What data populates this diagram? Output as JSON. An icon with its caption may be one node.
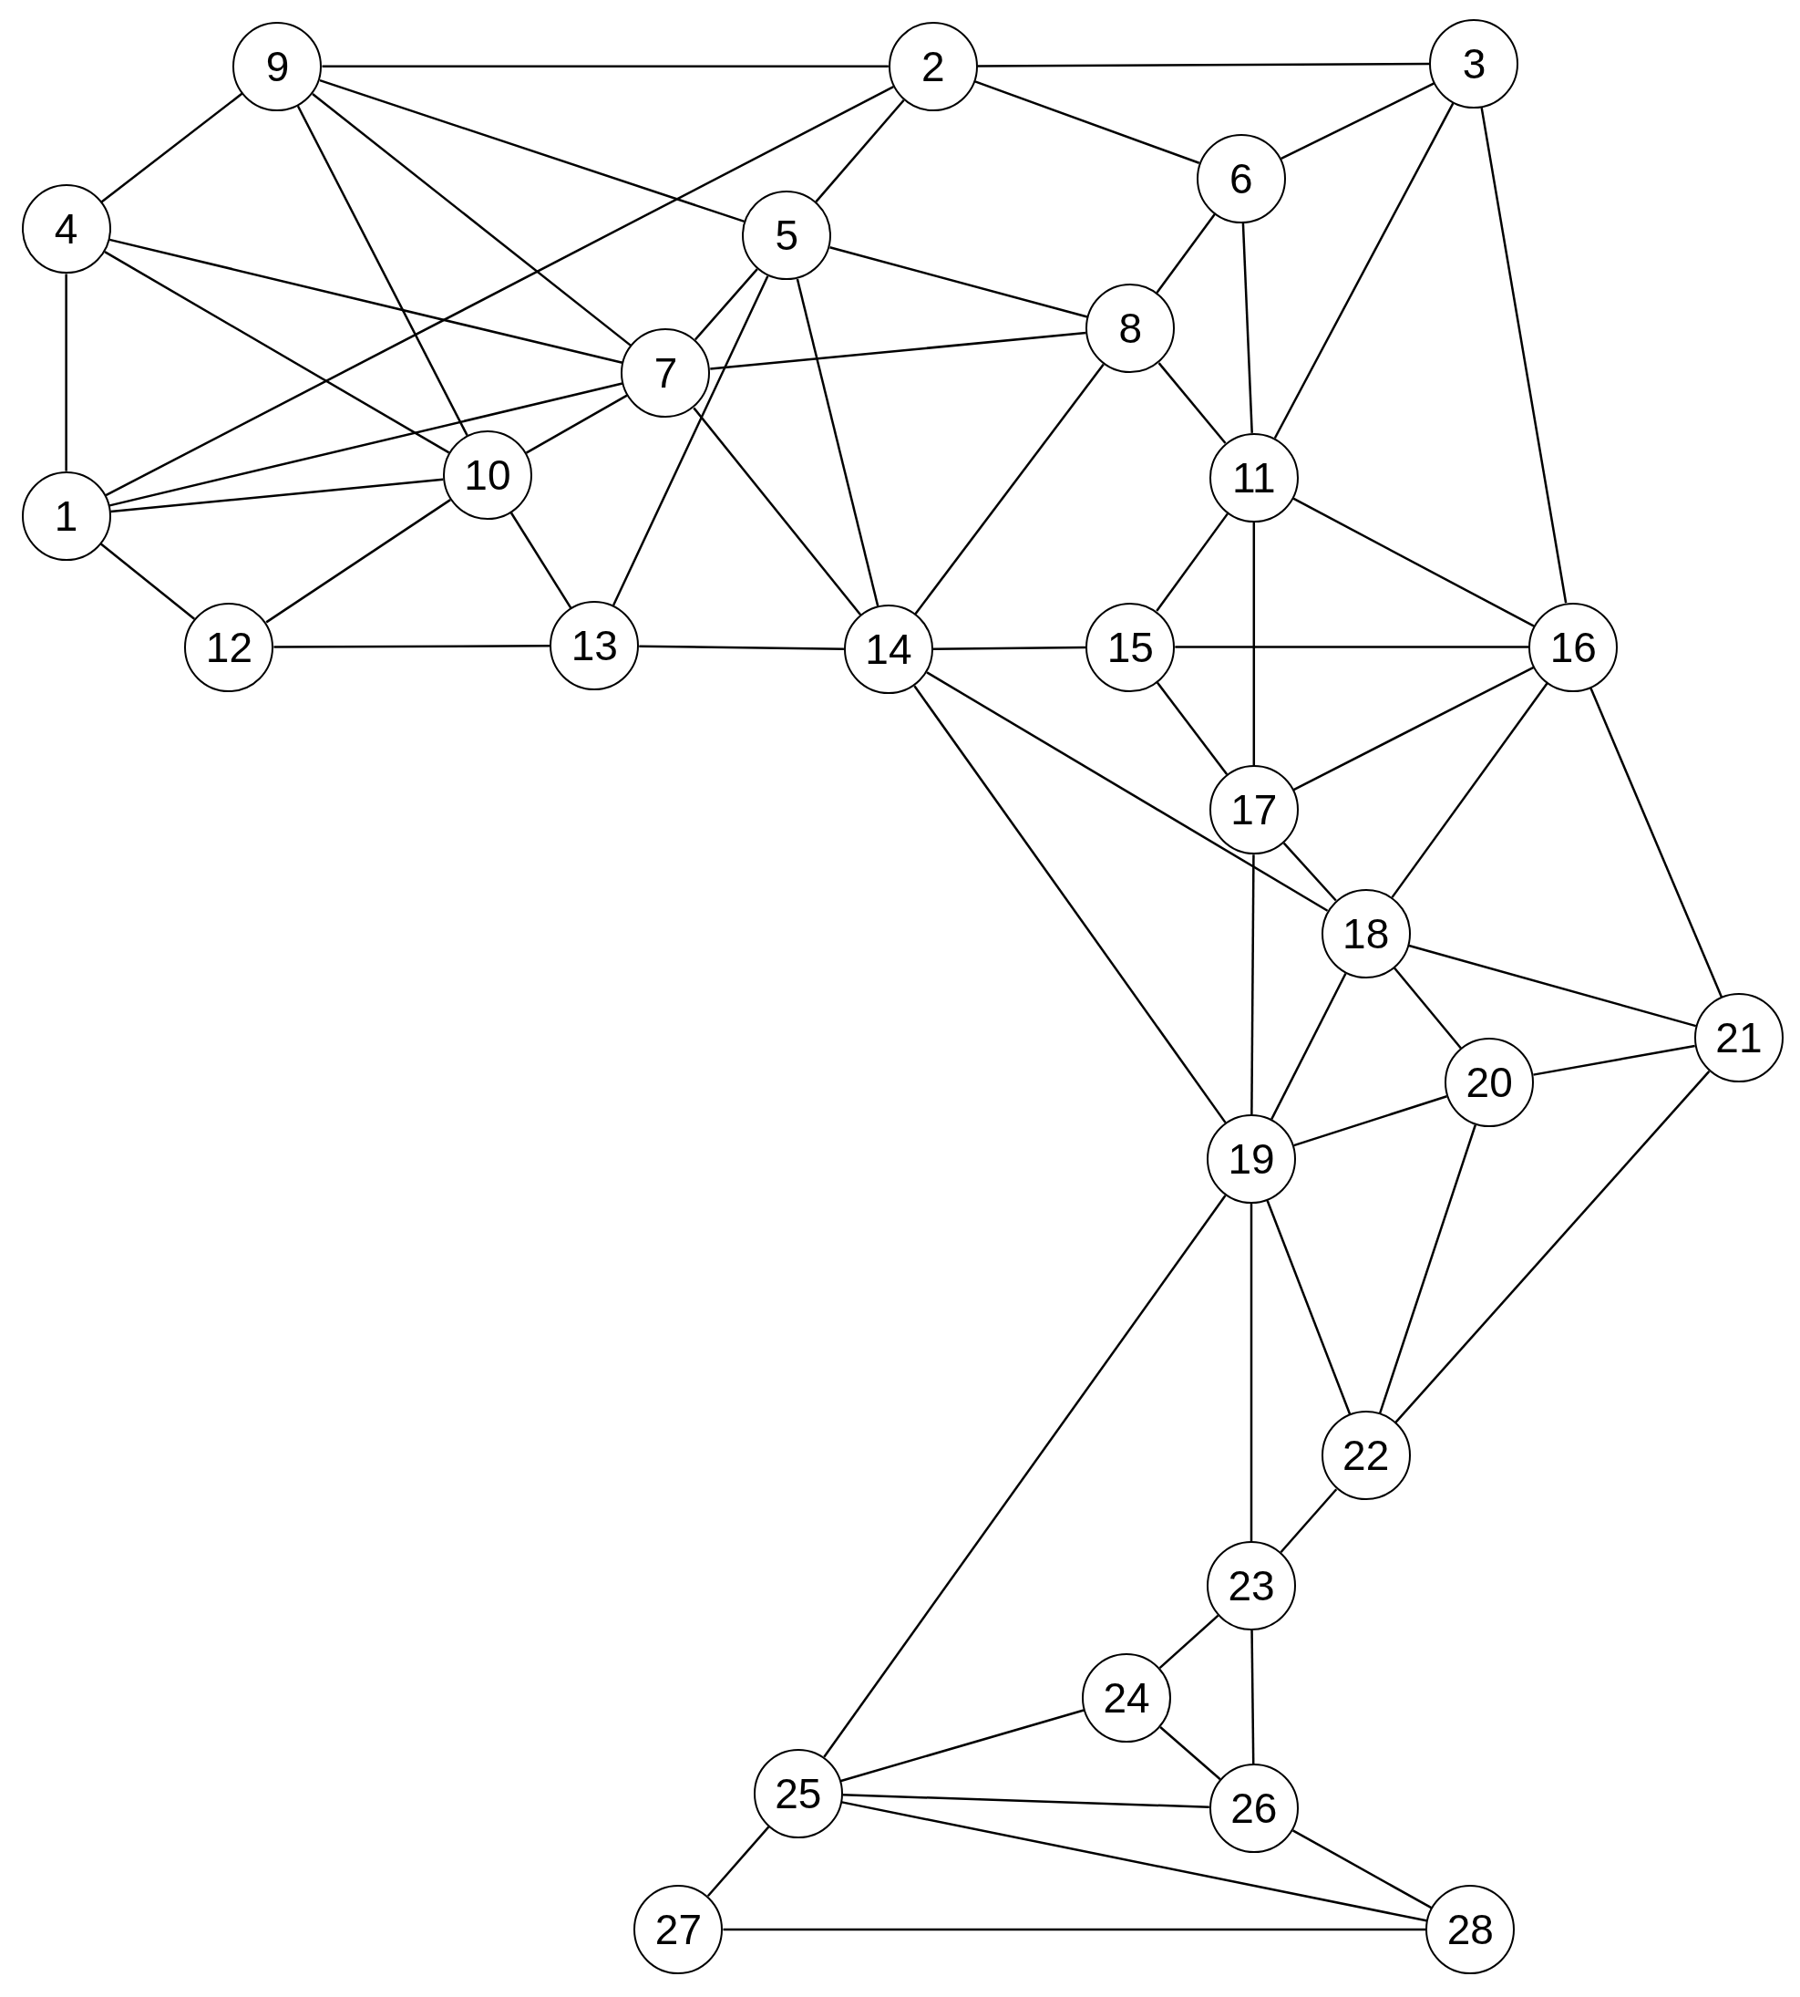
{
  "diagram": {
    "nodes": [
      {
        "text": [
          "1"
        ]
      },
      {
        "text": [
          "2"
        ]
      },
      {
        "text": [
          "3"
        ]
      },
      {
        "text": [
          "4"
        ]
      },
      {
        "text": [
          "5"
        ]
      },
      {
        "text": [
          "6"
        ]
      },
      {
        "text": [
          "7"
        ]
      },
      {
        "text": [
          "8"
        ]
      },
      {
        "text": [
          "9"
        ]
      },
      {
        "text": [
          "10"
        ]
      },
      {
        "text": [
          "11"
        ]
      },
      {
        "text": [
          "12"
        ]
      },
      {
        "text": [
          "13"
        ]
      },
      {
        "text": [
          "14"
        ]
      },
      {
        "text": [
          "15"
        ]
      },
      {
        "text": [
          "16"
        ]
      },
      {
        "text": [
          "17"
        ]
      },
      {
        "text": [
          "18"
        ]
      },
      {
        "text": [
          "19"
        ]
      },
      {
        "text": [
          "20"
        ]
      },
      {
        "text": [
          "21"
        ]
      },
      {
        "text": [
          "22"
        ]
      },
      {
        "text": [
          "23"
        ]
      },
      {
        "text": [
          "24"
        ]
      },
      {
        "text": [
          "25"
        ]
      },
      {
        "text": [
          "26"
        ]
      },
      {
        "text": [
          "27"
        ]
      },
      {
        "text": [
          "28"
        ]
      }
    ],
    "edges": [
      {
        "from": 8,
        "to": 1,
        "arrow": "none"
      },
      {
        "from": 1,
        "to": 2,
        "arrow": "none"
      },
      {
        "from": 8,
        "to": 3,
        "arrow": "none"
      },
      {
        "from": 8,
        "to": 4,
        "arrow": "none"
      },
      {
        "from": 8,
        "to": 6,
        "arrow": "none"
      },
      {
        "from": 8,
        "to": 9,
        "arrow": "none"
      },
      {
        "from": 1,
        "to": 0,
        "arrow": "none"
      },
      {
        "from": 1,
        "to": 4,
        "arrow": "none"
      },
      {
        "from": 1,
        "to": 5,
        "arrow": "none"
      },
      {
        "from": 2,
        "to": 5,
        "arrow": "none"
      },
      {
        "from": 2,
        "to": 10,
        "arrow": "none"
      },
      {
        "from": 2,
        "to": 15,
        "arrow": "none"
      },
      {
        "from": 3,
        "to": 0,
        "arrow": "none"
      },
      {
        "from": 3,
        "to": 6,
        "arrow": "none"
      },
      {
        "from": 3,
        "to": 9,
        "arrow": "none"
      },
      {
        "from": 4,
        "to": 6,
        "arrow": "none"
      },
      {
        "from": 4,
        "to": 7,
        "arrow": "none"
      },
      {
        "from": 4,
        "to": 12,
        "arrow": "none"
      },
      {
        "from": 4,
        "to": 13,
        "arrow": "none"
      },
      {
        "from": 5,
        "to": 7,
        "arrow": "none"
      },
      {
        "from": 5,
        "to": 10,
        "arrow": "none"
      },
      {
        "from": 6,
        "to": 7,
        "arrow": "none"
      },
      {
        "from": 6,
        "to": 0,
        "arrow": "none"
      },
      {
        "from": 6,
        "to": 9,
        "arrow": "none"
      },
      {
        "from": 6,
        "to": 13,
        "arrow": "none"
      },
      {
        "from": 0,
        "to": 9,
        "arrow": "none"
      },
      {
        "from": 0,
        "to": 11,
        "arrow": "none"
      },
      {
        "from": 9,
        "to": 11,
        "arrow": "none"
      },
      {
        "from": 9,
        "to": 12,
        "arrow": "none"
      },
      {
        "from": 11,
        "to": 12,
        "arrow": "none"
      },
      {
        "from": 12,
        "to": 13,
        "arrow": "none"
      },
      {
        "from": 7,
        "to": 10,
        "arrow": "none"
      },
      {
        "from": 7,
        "to": 13,
        "arrow": "none"
      },
      {
        "from": 10,
        "to": 14,
        "arrow": "none"
      },
      {
        "from": 10,
        "to": 15,
        "arrow": "none"
      },
      {
        "from": 10,
        "to": 16,
        "arrow": "none"
      },
      {
        "from": 13,
        "to": 14,
        "arrow": "none"
      },
      {
        "from": 14,
        "to": 15,
        "arrow": "none"
      },
      {
        "from": 14,
        "to": 16,
        "arrow": "none"
      },
      {
        "from": 13,
        "to": 17,
        "arrow": "none"
      },
      {
        "from": 13,
        "to": 18,
        "arrow": "none"
      },
      {
        "from": 15,
        "to": 16,
        "arrow": "none"
      },
      {
        "from": 15,
        "to": 17,
        "arrow": "none"
      },
      {
        "from": 15,
        "to": 20,
        "arrow": "none"
      },
      {
        "from": 16,
        "to": 17,
        "arrow": "none"
      },
      {
        "from": 16,
        "to": 18,
        "arrow": "none"
      },
      {
        "from": 17,
        "to": 18,
        "arrow": "none"
      },
      {
        "from": 17,
        "to": 19,
        "arrow": "none"
      },
      {
        "from": 17,
        "to": 20,
        "arrow": "none"
      },
      {
        "from": 18,
        "to": 19,
        "arrow": "none"
      },
      {
        "from": 19,
        "to": 20,
        "arrow": "none"
      },
      {
        "from": 18,
        "to": 21,
        "arrow": "none"
      },
      {
        "from": 18,
        "to": 22,
        "arrow": "none"
      },
      {
        "from": 18,
        "to": 24,
        "arrow": "none"
      },
      {
        "from": 19,
        "to": 21,
        "arrow": "none"
      },
      {
        "from": 20,
        "to": 21,
        "arrow": "none"
      },
      {
        "from": 21,
        "to": 22,
        "arrow": "none"
      },
      {
        "from": 22,
        "to": 23,
        "arrow": "none"
      },
      {
        "from": 22,
        "to": 25,
        "arrow": "none"
      },
      {
        "from": 23,
        "to": 24,
        "arrow": "none"
      },
      {
        "from": 23,
        "to": 25,
        "arrow": "none"
      },
      {
        "from": 24,
        "to": 25,
        "arrow": "none"
      },
      {
        "from": 24,
        "to": 26,
        "arrow": "none"
      },
      {
        "from": 24,
        "to": 27,
        "arrow": "none"
      },
      {
        "from": 25,
        "to": 27,
        "arrow": "none"
      },
      {
        "from": 26,
        "to": 27,
        "arrow": "none"
      }
    ]
  }
}
